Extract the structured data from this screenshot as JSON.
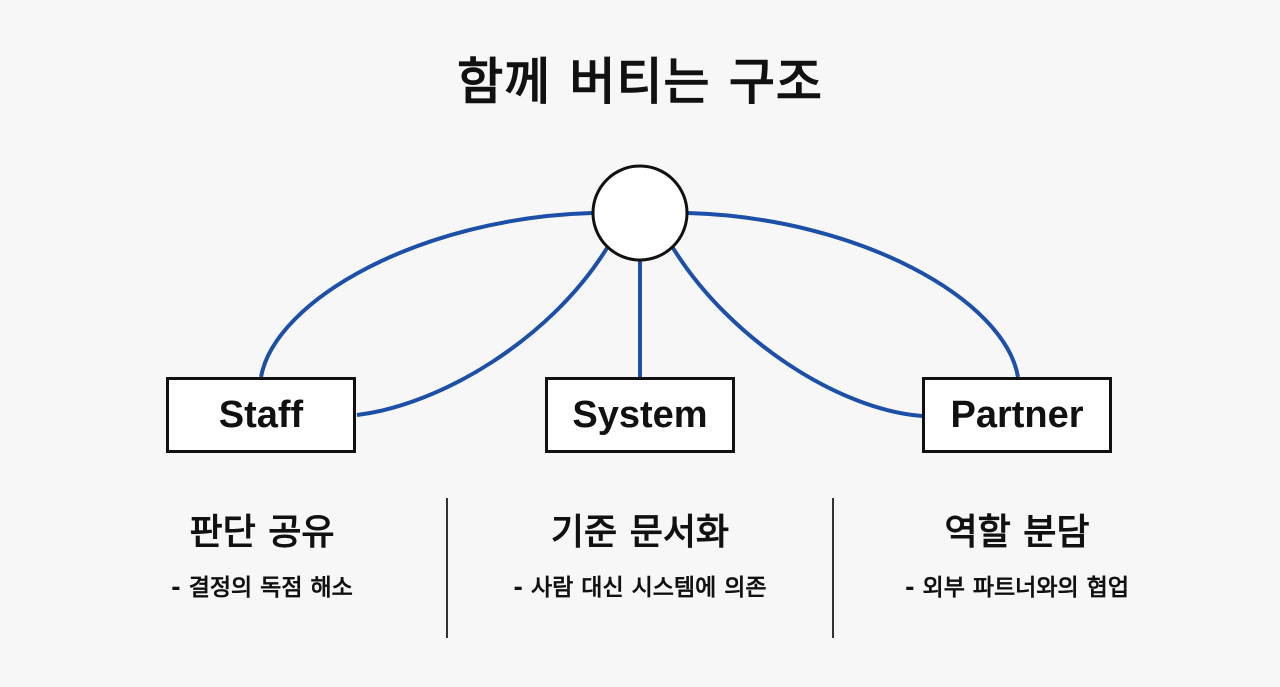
{
  "title": "함께 버티는 구조",
  "colors": {
    "link": "#1b4fa8",
    "box_border": "#111111",
    "hub_border": "#111111"
  },
  "nodes": [
    {
      "id": "staff",
      "label": "Staff"
    },
    {
      "id": "system",
      "label": "System"
    },
    {
      "id": "partner",
      "label": "Partner"
    }
  ],
  "columns": [
    {
      "heading": "판단 공유",
      "detail": "- 결정의 독점 해소"
    },
    {
      "heading": "기준 문서화",
      "detail": "- 사람 대신 시스템에 의존"
    },
    {
      "heading": "역할 분담",
      "detail": "- 외부 파트너와의 협업"
    }
  ]
}
